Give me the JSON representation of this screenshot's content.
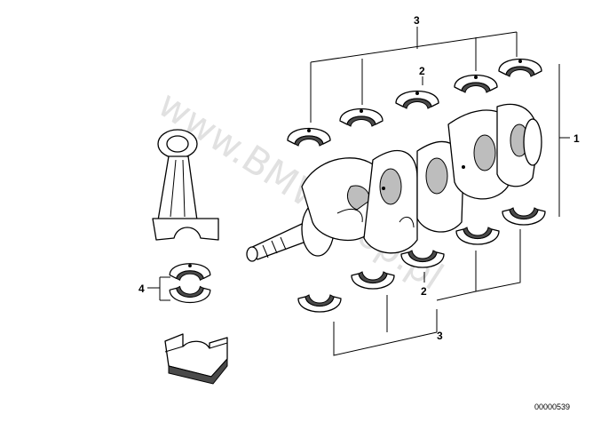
{
  "callouts": {
    "c1": "1",
    "c2_top": "2",
    "c2_bottom": "2",
    "c3_top": "3",
    "c3_bottom": "3",
    "c4": "4"
  },
  "document_number": "00000539",
  "watermark": "www.BMWshop.pl",
  "colors": {
    "line": "#000000",
    "background": "#ffffff",
    "watermark": "#c8c8c8"
  },
  "icons": {
    "crankshaft": "crankshaft-icon",
    "connecting_rod": "connecting-rod-icon",
    "bearing_shell": "bearing-shell-icon",
    "bearing_cap": "bearing-cap-icon"
  }
}
